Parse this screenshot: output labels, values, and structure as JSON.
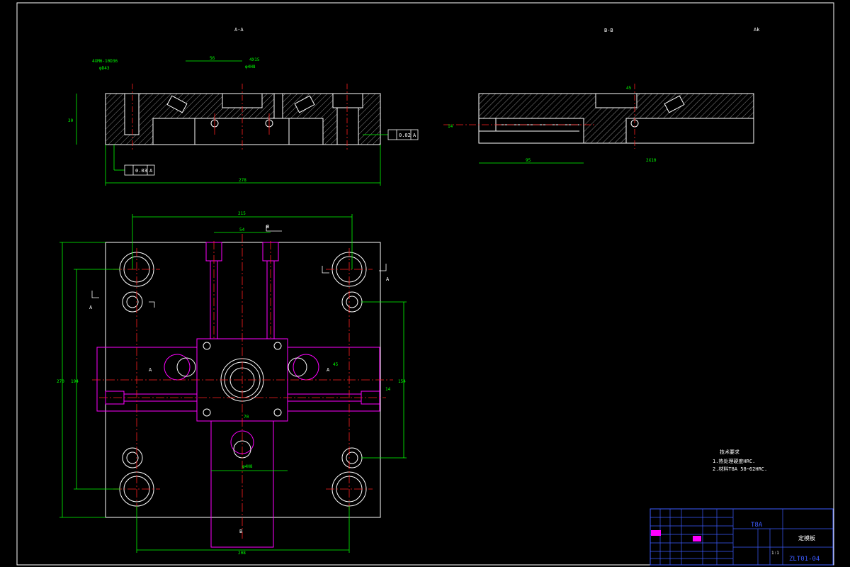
{
  "views": {
    "section_aa": "A-A",
    "section_bb": "B-B",
    "detail_mark": "Ak"
  },
  "dimensions": {
    "thread_label": "4XM6-10D36",
    "dia_43": "φD43",
    "dim_56": "56",
    "dim_4x15": "4X15",
    "hole_fit": "φ4H8",
    "dim_30": "30",
    "dim_278": "278",
    "dim_215": "215",
    "dim_54": "54",
    "dim_70": "70",
    "dim_208": "208",
    "dim_270": "270",
    "dim_194": "194",
    "dim_154": "154",
    "dim_95": "95",
    "dim_2x10": "2X10",
    "dim_45": "45",
    "dim_14": "14",
    "tol_par": "0.03",
    "tol_perp": "0.02",
    "datum": "A"
  },
  "notes": {
    "title": "技术要求",
    "lines": [
      "1.热处理硬度HRC.",
      "2.材料T8A 58~62HRC."
    ]
  },
  "title_block": {
    "material": "T8A",
    "part_name": "定模板",
    "scale": "1:1",
    "drawing_no": "ZLT01-04"
  }
}
